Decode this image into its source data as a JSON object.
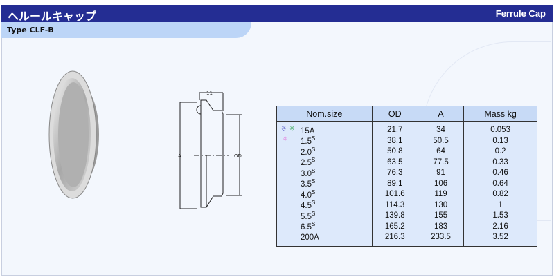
{
  "header": {
    "title_jp": "ヘルールキャップ",
    "title_en": "Ferrule Cap"
  },
  "subheader": {
    "type": "Type CLF-B"
  },
  "drawing": {
    "dim_width": "11",
    "label_a": "A",
    "label_od": "OD"
  },
  "table": {
    "headers": [
      "Nom.size",
      "OD",
      "A",
      "Mass kg"
    ],
    "rows": [
      {
        "nom": "15A",
        "sup": "",
        "od": "21.7",
        "a": "34",
        "mass": "0.053",
        "marks": [
          "blue",
          "green"
        ]
      },
      {
        "nom": "1.5",
        "sup": "S",
        "od": "38.1",
        "a": "50.5",
        "mass": "0.13",
        "marks": [
          "pink"
        ]
      },
      {
        "nom": "2.0",
        "sup": "S",
        "od": "50.8",
        "a": "64",
        "mass": "0.2"
      },
      {
        "nom": "2.5",
        "sup": "S",
        "od": "63.5",
        "a": "77.5",
        "mass": "0.33"
      },
      {
        "nom": "3.0",
        "sup": "S",
        "od": "76.3",
        "a": "91",
        "mass": "0.46"
      },
      {
        "nom": "3.5",
        "sup": "S",
        "od": "89.1",
        "a": "106",
        "mass": "0.64"
      },
      {
        "nom": "4.0",
        "sup": "S",
        "od": "101.6",
        "a": "119",
        "mass": "0.82"
      },
      {
        "nom": "4.5",
        "sup": "S",
        "od": "114.3",
        "a": "130",
        "mass": "1"
      },
      {
        "nom": "5.5",
        "sup": "S",
        "od": "139.8",
        "a": "155",
        "mass": "1.53"
      },
      {
        "nom": "6.5",
        "sup": "S",
        "od": "165.2",
        "a": "183",
        "mass": "2.16"
      },
      {
        "nom": "200A",
        "sup": "",
        "od": "216.3",
        "a": "233.5",
        "mass": "3.52"
      }
    ],
    "mark_glyph": "※"
  },
  "colors": {
    "header": "#242d93",
    "subheader": "#bcd5f7",
    "table_bg": "#dde9fb"
  }
}
